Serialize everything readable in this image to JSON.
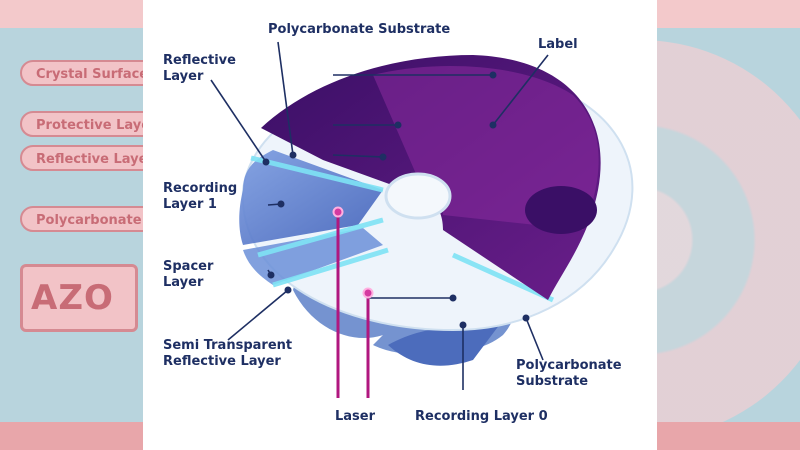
{
  "labels": {
    "polycarbonate_top": "Polycarbonate Substrate",
    "label": "Label",
    "reflective_layer": "Reflective\nLayer",
    "recording_layer_1": "Recording\nLayer 1",
    "spacer_layer": "Spacer\nLayer",
    "semi_transparent": "Semi Transparent\nReflective Layer",
    "laser": "Laser",
    "recording_layer_0": "Recording Layer 0",
    "polycarbonate_bottom": "Polycarbonate\nSubstrate"
  },
  "background": {
    "pills": [
      "Crystal Surface Coat",
      "Protective Layer",
      "Reflective Layer",
      "Polycarbonate Substrate Layer"
    ],
    "logo": "AZO"
  },
  "colors": {
    "label_text": "#1e2f63",
    "leader_line": "#1e2f63",
    "laser": "#b0177f",
    "label_purple": "#4a1470",
    "disc_blue": "#5b7fcc"
  }
}
